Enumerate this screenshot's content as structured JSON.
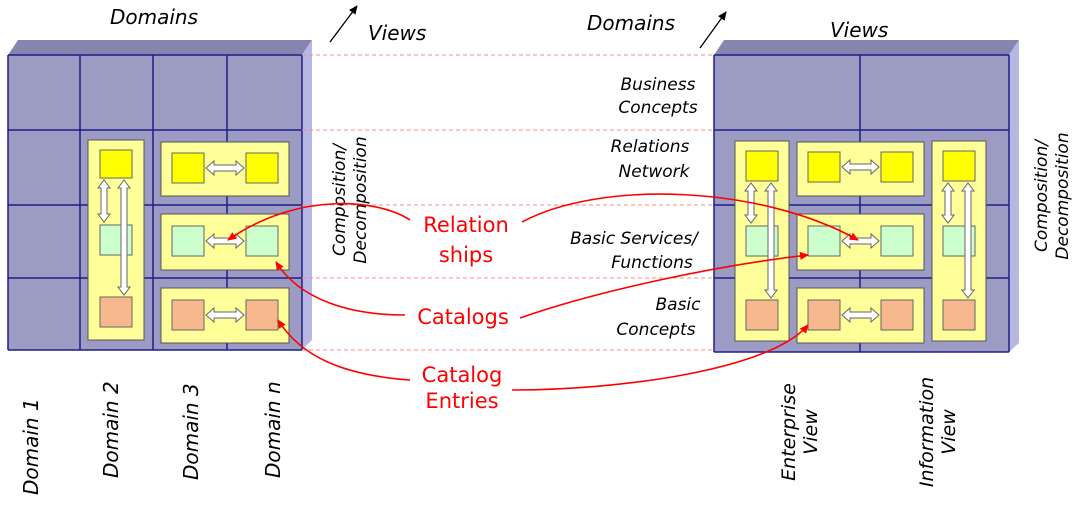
{
  "left": {
    "header_domains": "Domains",
    "header_views": "Views",
    "side_label_line1": "Composition/",
    "side_label_line2": "Decomposition",
    "domain_labels": [
      "Domain 1",
      "Domain 2",
      "Domain 3",
      "Domain n"
    ]
  },
  "right": {
    "header_domains": "Domains",
    "header_views": "Views",
    "side_label_line1": "Composition/",
    "side_label_line2": "Decomposition",
    "row_labels": [
      [
        "Business",
        "Concepts"
      ],
      [
        "Relations",
        "Network"
      ],
      [
        "Basic Services/",
        "Functions"
      ],
      [
        "Basic",
        "Concepts"
      ]
    ],
    "view_labels": [
      [
        "Enterprise",
        "View"
      ],
      [
        "Information",
        "View"
      ]
    ]
  },
  "callouts": {
    "relationships": [
      "Relation",
      "ships"
    ],
    "catalogs": [
      "Catalogs"
    ],
    "catalog_entries": [
      "Catalog",
      "Entries"
    ]
  },
  "colors": {
    "cube_face": "#9b9bc4",
    "cube_side": "#b7b7e4",
    "cube_top": "#8585b0",
    "grid_line": "#1e1e8a",
    "panel": "#ffff99",
    "box_yellow": "#ffff00",
    "box_green": "#ccffcc",
    "box_orange": "#f7b88e",
    "callout": "#ff0000"
  }
}
